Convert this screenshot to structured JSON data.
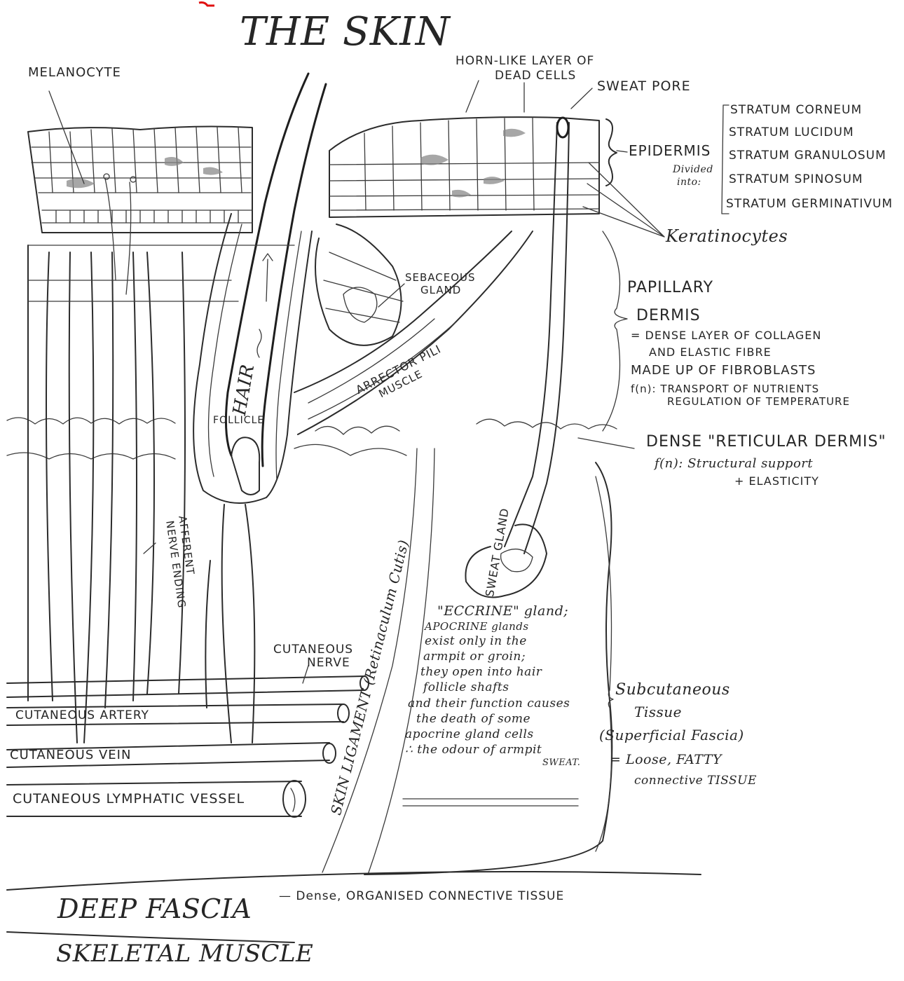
{
  "title": "THE SKIN",
  "labels": {
    "melanocyte": "MELANOCYTE",
    "horn_layer_1": "HORN-LIKE LAYER OF",
    "horn_layer_2": "DEAD CELLS",
    "sweat_pore": "SWEAT PORE",
    "layers": [
      "STRATUM CORNEUM",
      "STRATUM LUCIDUM",
      "STRATUM GRANULOSUM",
      "STRATUM SPINOSUM",
      "STRATUM GERMINATIVUM"
    ],
    "epidermis": "EPIDERMIS",
    "divided_into_1": "Divided",
    "divided_into_2": "into:",
    "keratinocytes": "Keratinocytes",
    "papillary": "PAPILLARY",
    "dermis": "DERMIS",
    "papillary_desc": [
      "= DENSE LAYER OF COLLAGEN",
      "AND ELASTIC FIBRE",
      "MADE UP OF FIBROBLASTS",
      "f(n): TRANSPORT OF NUTRIENTS",
      "REGULATION OF TEMPERATURE"
    ],
    "dense_reticular": "DENSE \"RETICULAR DERMIS\"",
    "reticular_fn_1": "f(n): Structural support",
    "reticular_fn_2": "+ ELASTICITY",
    "sebaceous_1": "SEBACEOUS",
    "sebaceous_2": "GLAND",
    "arrector_1": "ARRECTOR PILI",
    "arrector_2": "MUSCLE",
    "hair": "HAIR",
    "follicle": "FOLLICLE",
    "afferent_1": "AFFERENT",
    "afferent_2": "NERVE ENDING",
    "sweat_gland": "SWEAT GLAND",
    "skin_ligament": "SKIN LIGAMENT (Retinaculum Cutis)",
    "eccrine_note": [
      "\"ECCRINE\" gland;",
      "APOCRINE glands",
      "exist only in the",
      "armpit or groin;",
      "they open into hair",
      "follicle shafts",
      "and their function causes",
      "the death of some",
      "apocrine gland cells",
      "∴ the odour of armpit",
      "SWEAT."
    ],
    "cutaneous_nerve_1": "CUTANEOUS",
    "cutaneous_nerve_2": "NERVE",
    "cutaneous_artery": "CUTANEOUS ARTERY",
    "cutaneous_vein": "CUTANEOUS VEIN",
    "cutaneous_lymphatic": "CUTANEOUS LYMPHATIC VESSEL",
    "subcutaneous_1": "Subcutaneous",
    "subcutaneous_2": "Tissue",
    "subcutaneous_3": "(Superficial Fascia)",
    "subcutaneous_4": "= Loose, FATTY",
    "subcutaneous_5": "connective TISSUE",
    "deep_fascia": "DEEP FASCIA",
    "deep_fascia_desc": "— Dense, ORGANISED CONNECTIVE TISSUE",
    "skeletal_muscle": "SKELETAL MUSCLE"
  }
}
